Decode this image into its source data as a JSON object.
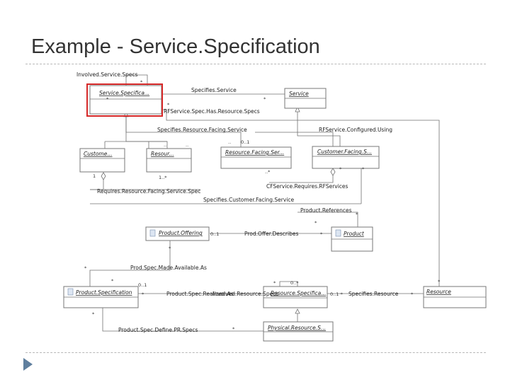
{
  "slide": {
    "title": "Example - Service.Specification"
  },
  "diagram": {
    "classes": {
      "service_specification": "Service.Specifica...",
      "service": "Service",
      "customer": "Custome...",
      "resource_small": "Resour...",
      "resource_facing_service": "Resource.Facing.Ser...",
      "customer_facing_service": "Customer.Facing.S...",
      "product_offering": "Product.Offering",
      "product": "Product",
      "product_specification": "Product.Specification",
      "resource_specification": "Resource.Specifica...",
      "resource": "Resource",
      "physical_resource_spec": "Physical.Resource.S..."
    },
    "associations": {
      "involved_service_specs": "Involved.Service.Specs",
      "specifies_service": "Specifies.Service",
      "rf_service_spec_has_resource_specs": "RFService.Spec.Has.Resource.Specs",
      "specifies_resource_facing_service": "Specifies.Resource.Facing.Service",
      "rf_service_configured_using": "RFService.Configured.Using",
      "requires_resource_facing_service_spec": "Requires.Resource.Facing.Service.Spec",
      "cf_service_requires_rf_services": "CFService.Requires.RFServices",
      "specifies_customer_facing_service": "Specifies.Customer.Facing.Service",
      "product_references": "Product.References",
      "prod_offer_describes": "Prod.Offer.Describes",
      "prod_spec_made_available_as": "Prod.Spec.Made.Available.As",
      "product_spec_realized_as": "Product.Spec.Realized.As",
      "involved_resource_specs": "Involved.Resource.Specs",
      "specifies_resource": "Specifies.Resource",
      "product_spec_define_pr_specs": "Product.Spec.Define.PR.Specs"
    },
    "multiplicities": {
      "star": "*",
      "zero_one": "0..1",
      "one": "1",
      "one_star": "1..*",
      "zero_star": "0..*",
      "dots": "..",
      "dots_star": "..*",
      "zero_one_long": "0..1  *"
    }
  }
}
